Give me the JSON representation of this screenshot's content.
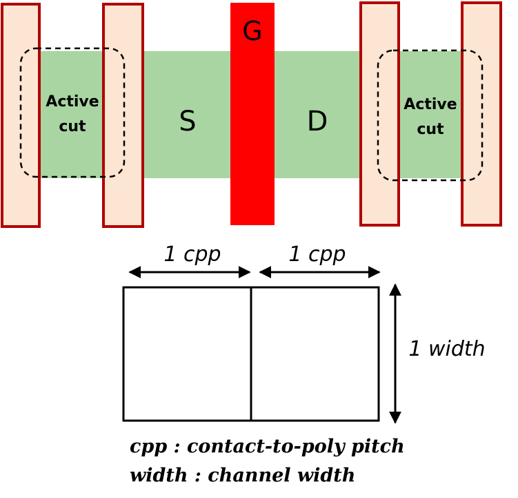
{
  "colors": {
    "active": "#a9d5a3",
    "gate": "#ff0000",
    "contact_fill": "#fde5d3",
    "contact_stroke": "#b20000",
    "outline": "#000000"
  },
  "transistor": {
    "gate_label": "G",
    "source_label": "S",
    "drain_label": "D",
    "left_cut": {
      "line1": "Active",
      "line2": "cut"
    },
    "right_cut": {
      "line1": "Active",
      "line2": "cut"
    }
  },
  "dimensions": {
    "cpp_left": "1 cpp",
    "cpp_right": "1 cpp",
    "width": "1 width"
  },
  "legend": {
    "line1": "cpp : contact-to-poly pitch",
    "line2": "width : channel width"
  }
}
